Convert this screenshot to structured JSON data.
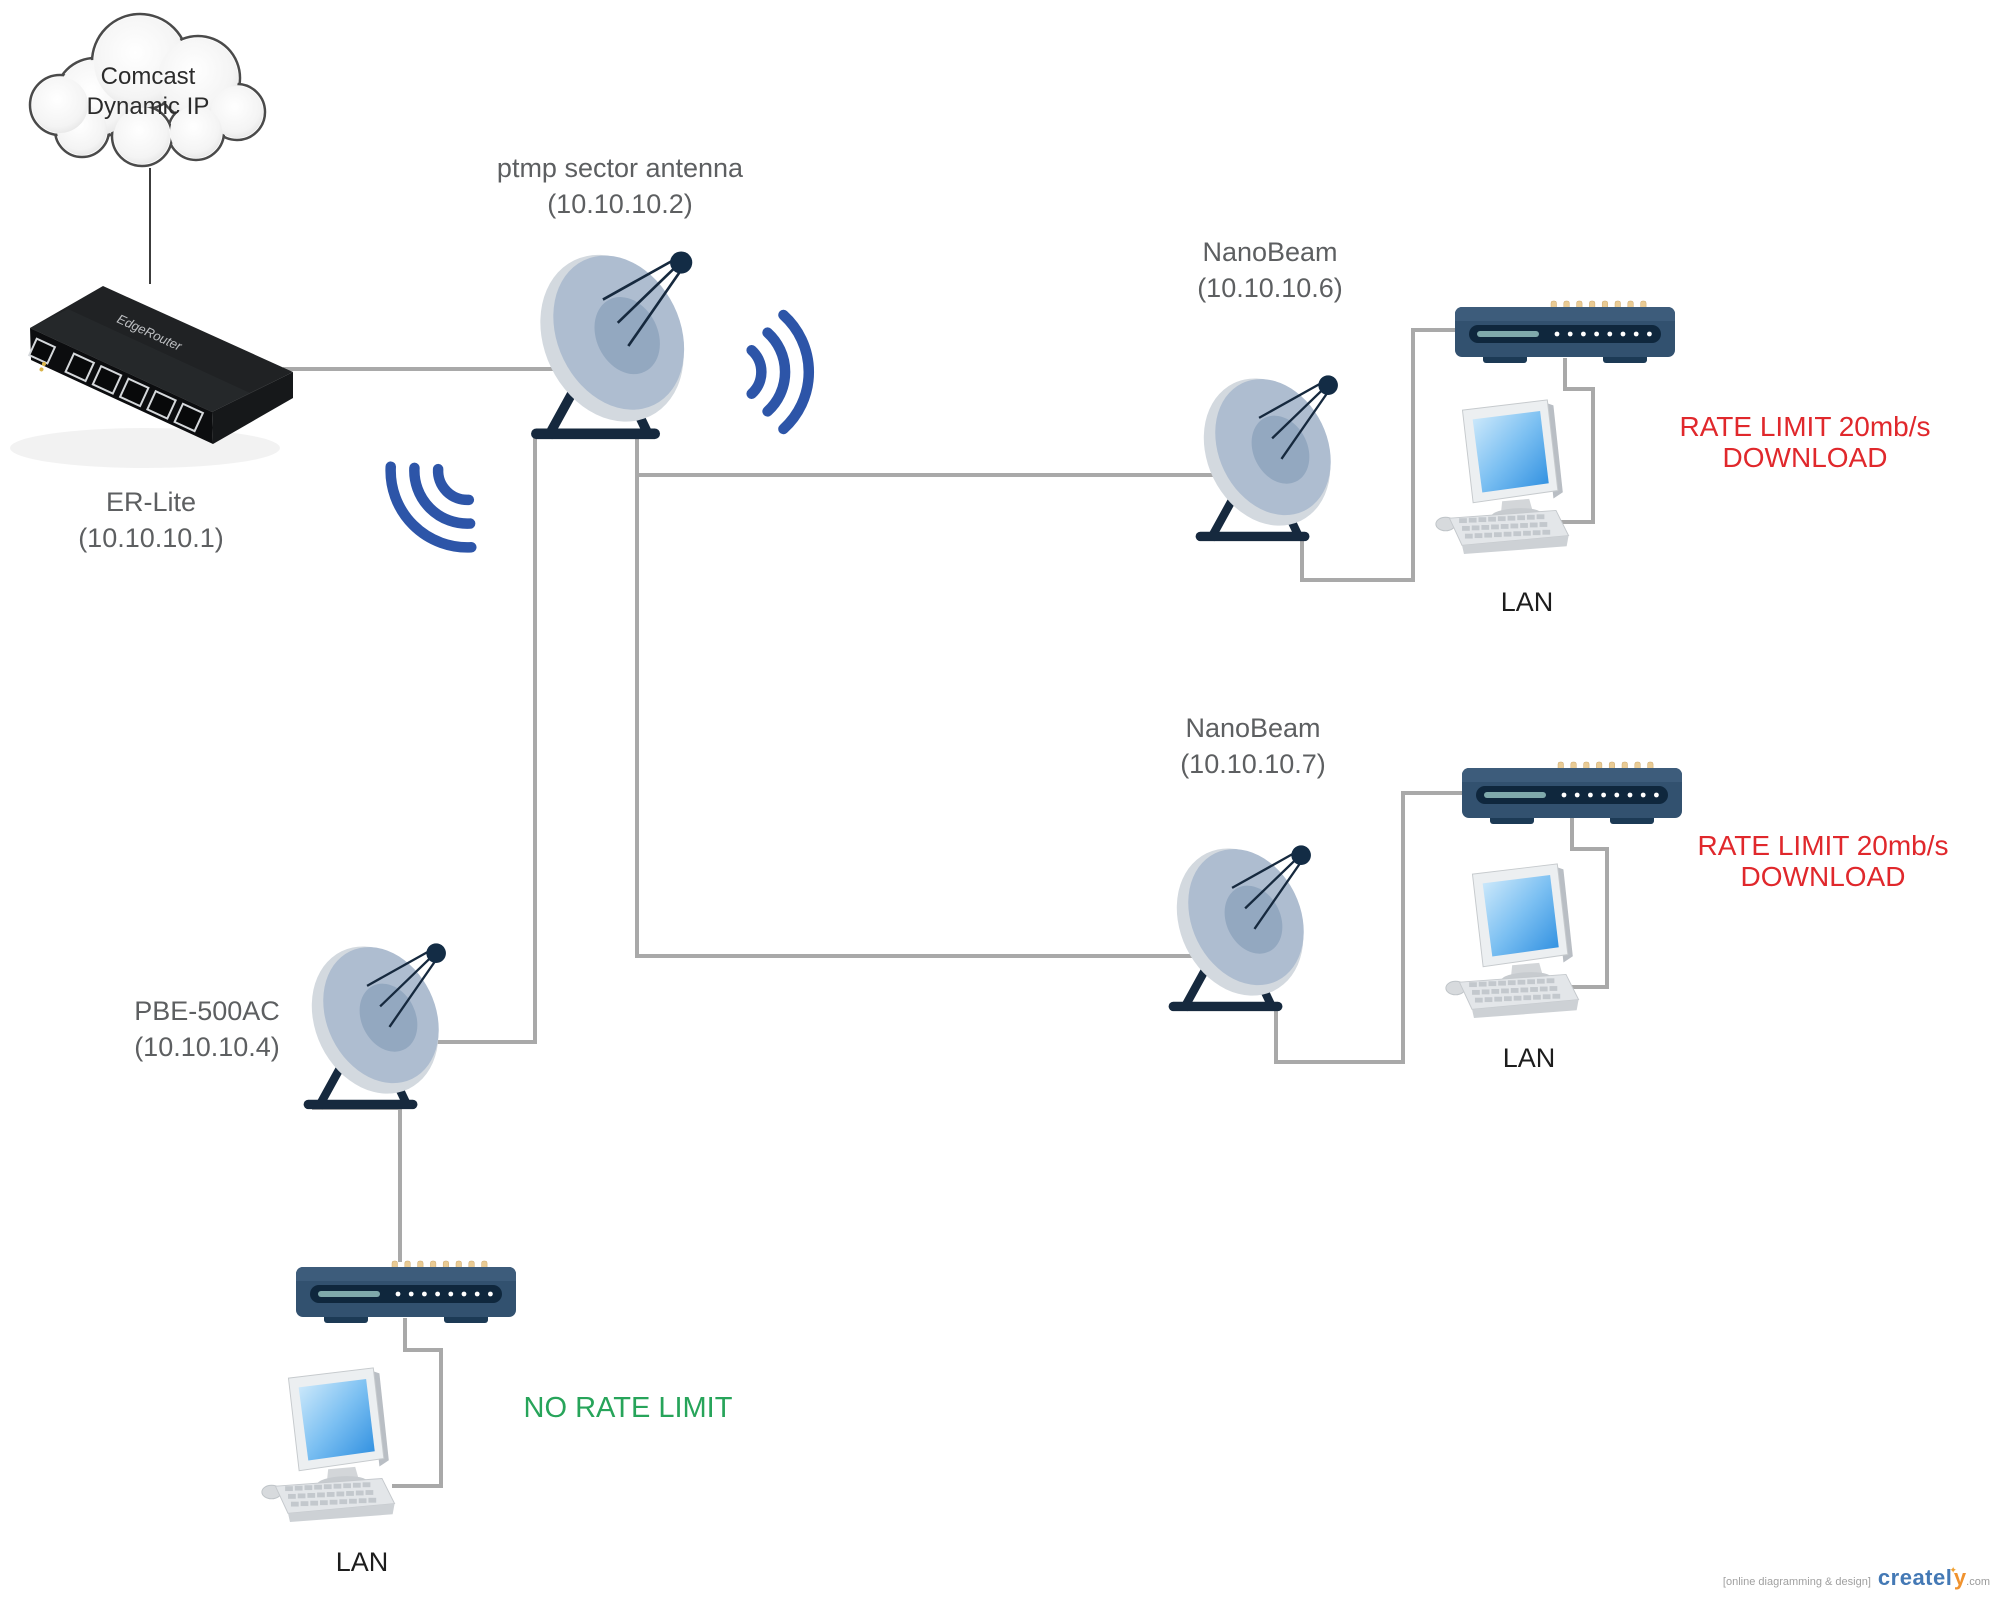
{
  "cloud": {
    "line1": "Comcast",
    "line2": "Dynamic IP"
  },
  "router": {
    "name": "ER-Lite",
    "ip": "(10.10.10.1)",
    "brand": "EdgeRouter"
  },
  "sector_antenna": {
    "name": "ptmp sector antenna",
    "ip": "(10.10.10.2)"
  },
  "nanobeam_top": {
    "name": "NanoBeam",
    "ip": "(10.10.10.6)",
    "lan_label": "LAN",
    "note_line1": "RATE LIMIT 20mb/s",
    "note_line2": "DOWNLOAD"
  },
  "nanobeam_bottom": {
    "name": "NanoBeam",
    "ip": "(10.10.10.7)",
    "lan_label": "LAN",
    "note_line1": "RATE LIMIT 20mb/s",
    "note_line2": "DOWNLOAD"
  },
  "pbe": {
    "name": "PBE-500AC",
    "ip": "(10.10.10.4)",
    "lan_label": "LAN",
    "note": "NO RATE LIMIT"
  },
  "watermark": {
    "tagline": "[online diagramming & design]",
    "brand_main": "createl",
    "brand_accent": "y",
    "domain_suffix": ".com"
  },
  "colors": {
    "wifi_blue": "#2d55a8",
    "cable_gray": "#a9a9a9",
    "label_gray": "#5d5f61",
    "rate_limit_red": "#e0282c",
    "no_rate_limit_green": "#27a45a",
    "dish_navy": "#16293e",
    "dish_face": "#aebdd0",
    "switch_navy": "#32516f",
    "screen_blue": "#2f8fe0"
  }
}
